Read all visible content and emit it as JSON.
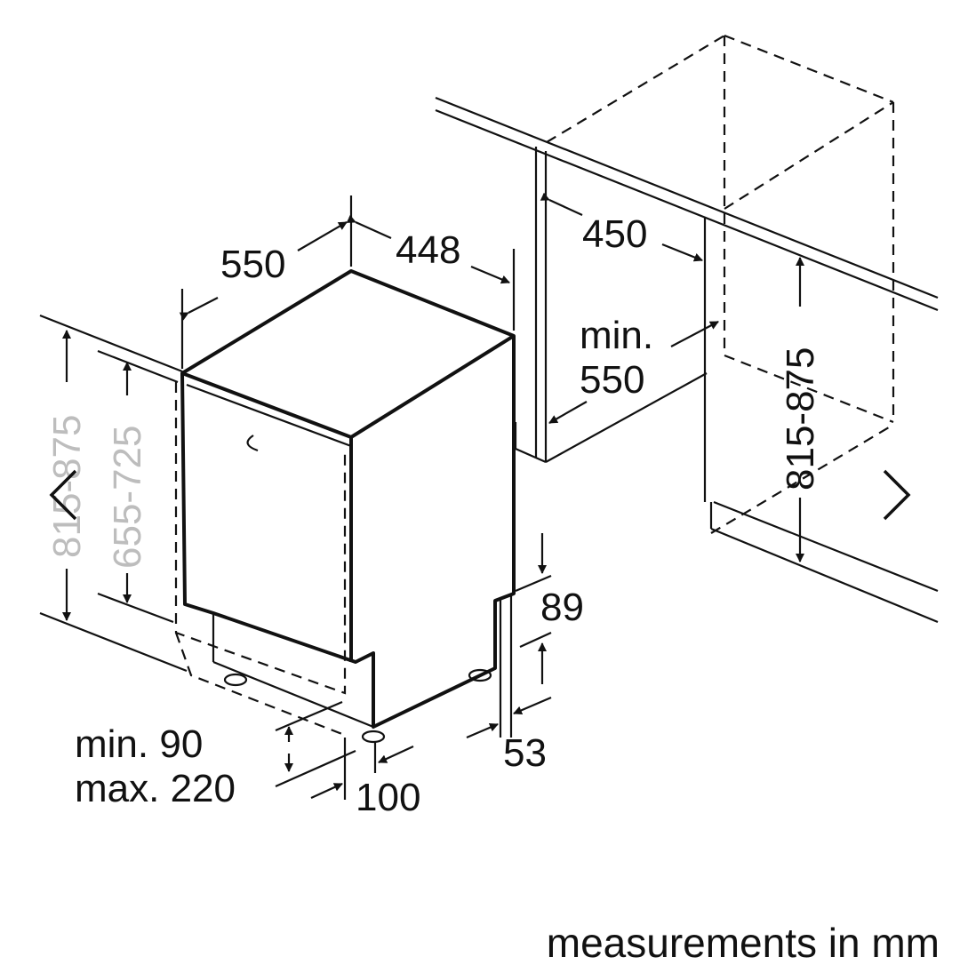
{
  "diagram": {
    "caption": "measurements in mm",
    "labels": {
      "depth": "550",
      "width": "448",
      "cabinet_depth": "450",
      "niche_depth_line1": "min.",
      "niche_depth_line2": "550",
      "niche_height_right": "815-875",
      "height_left_outer": "815-875",
      "height_left_inner": "655-725",
      "plinth_top": "89",
      "plinth_bottom": "53",
      "plinth_range_line1": "min. 90",
      "plinth_range_line2": "max. 220",
      "plinth_setback": "100"
    }
  },
  "navigation": {
    "prev_icon": "chevron-left-icon",
    "next_icon": "chevron-right-icon"
  }
}
